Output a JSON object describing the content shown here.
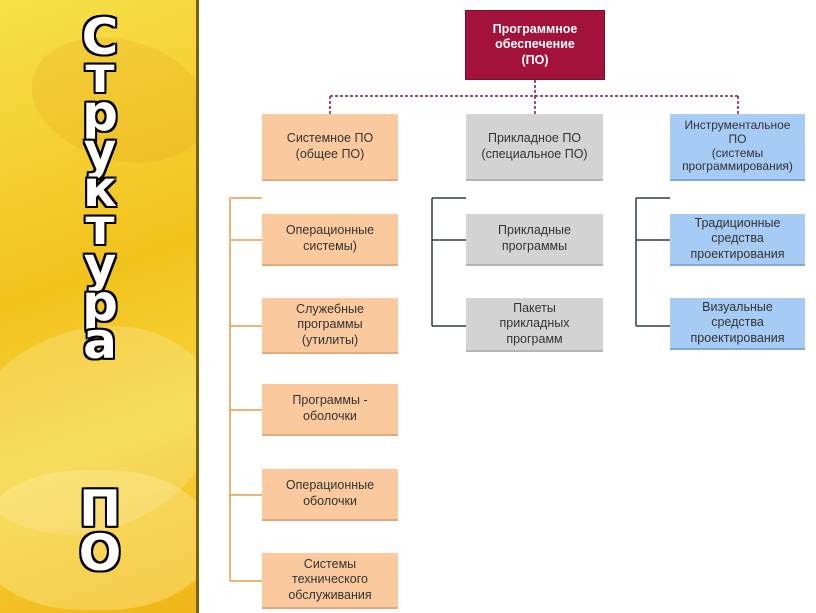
{
  "title_vertical": [
    "С",
    "т",
    "р",
    "у",
    "к",
    "т",
    "у",
    "р",
    "а"
  ],
  "title_vertical_2": [
    "П",
    "О"
  ],
  "colors": {
    "root": "#a3123c",
    "system_branch": "#fac99e",
    "applied_branch": "#d3d3d3",
    "instrumental_branch": "#a6cbf5"
  },
  "diagram": {
    "root": {
      "lines": [
        "Программное",
        "обеспечение",
        "(ПО)"
      ]
    },
    "branches": [
      {
        "header": {
          "lines": [
            "Системное ПО",
            "(общее ПО)"
          ]
        },
        "children": [
          {
            "lines": [
              "Операционные",
              "системы)"
            ]
          },
          {
            "lines": [
              "Служебные",
              "программы",
              "(утилиты)"
            ]
          },
          {
            "lines": [
              "Программы -",
              "оболочки"
            ]
          },
          {
            "lines": [
              "Операционные",
              "оболочки"
            ]
          },
          {
            "lines": [
              "Системы",
              "технического",
              "обслуживания"
            ]
          }
        ]
      },
      {
        "header": {
          "lines": [
            "Прикладное ПО",
            "(специальное ПО)"
          ]
        },
        "children": [
          {
            "lines": [
              "Прикладные",
              "программы"
            ]
          },
          {
            "lines": [
              "Пакеты",
              "прикладных",
              "программ"
            ]
          }
        ]
      },
      {
        "header": {
          "lines": [
            "Инструментальное",
            "ПО",
            "(системы",
            "программирования)"
          ]
        },
        "children": [
          {
            "lines": [
              "Традиционные",
              "средства",
              "проектирования"
            ]
          },
          {
            "lines": [
              "Визуальные",
              "средства",
              "проектирования"
            ]
          }
        ]
      }
    ]
  }
}
